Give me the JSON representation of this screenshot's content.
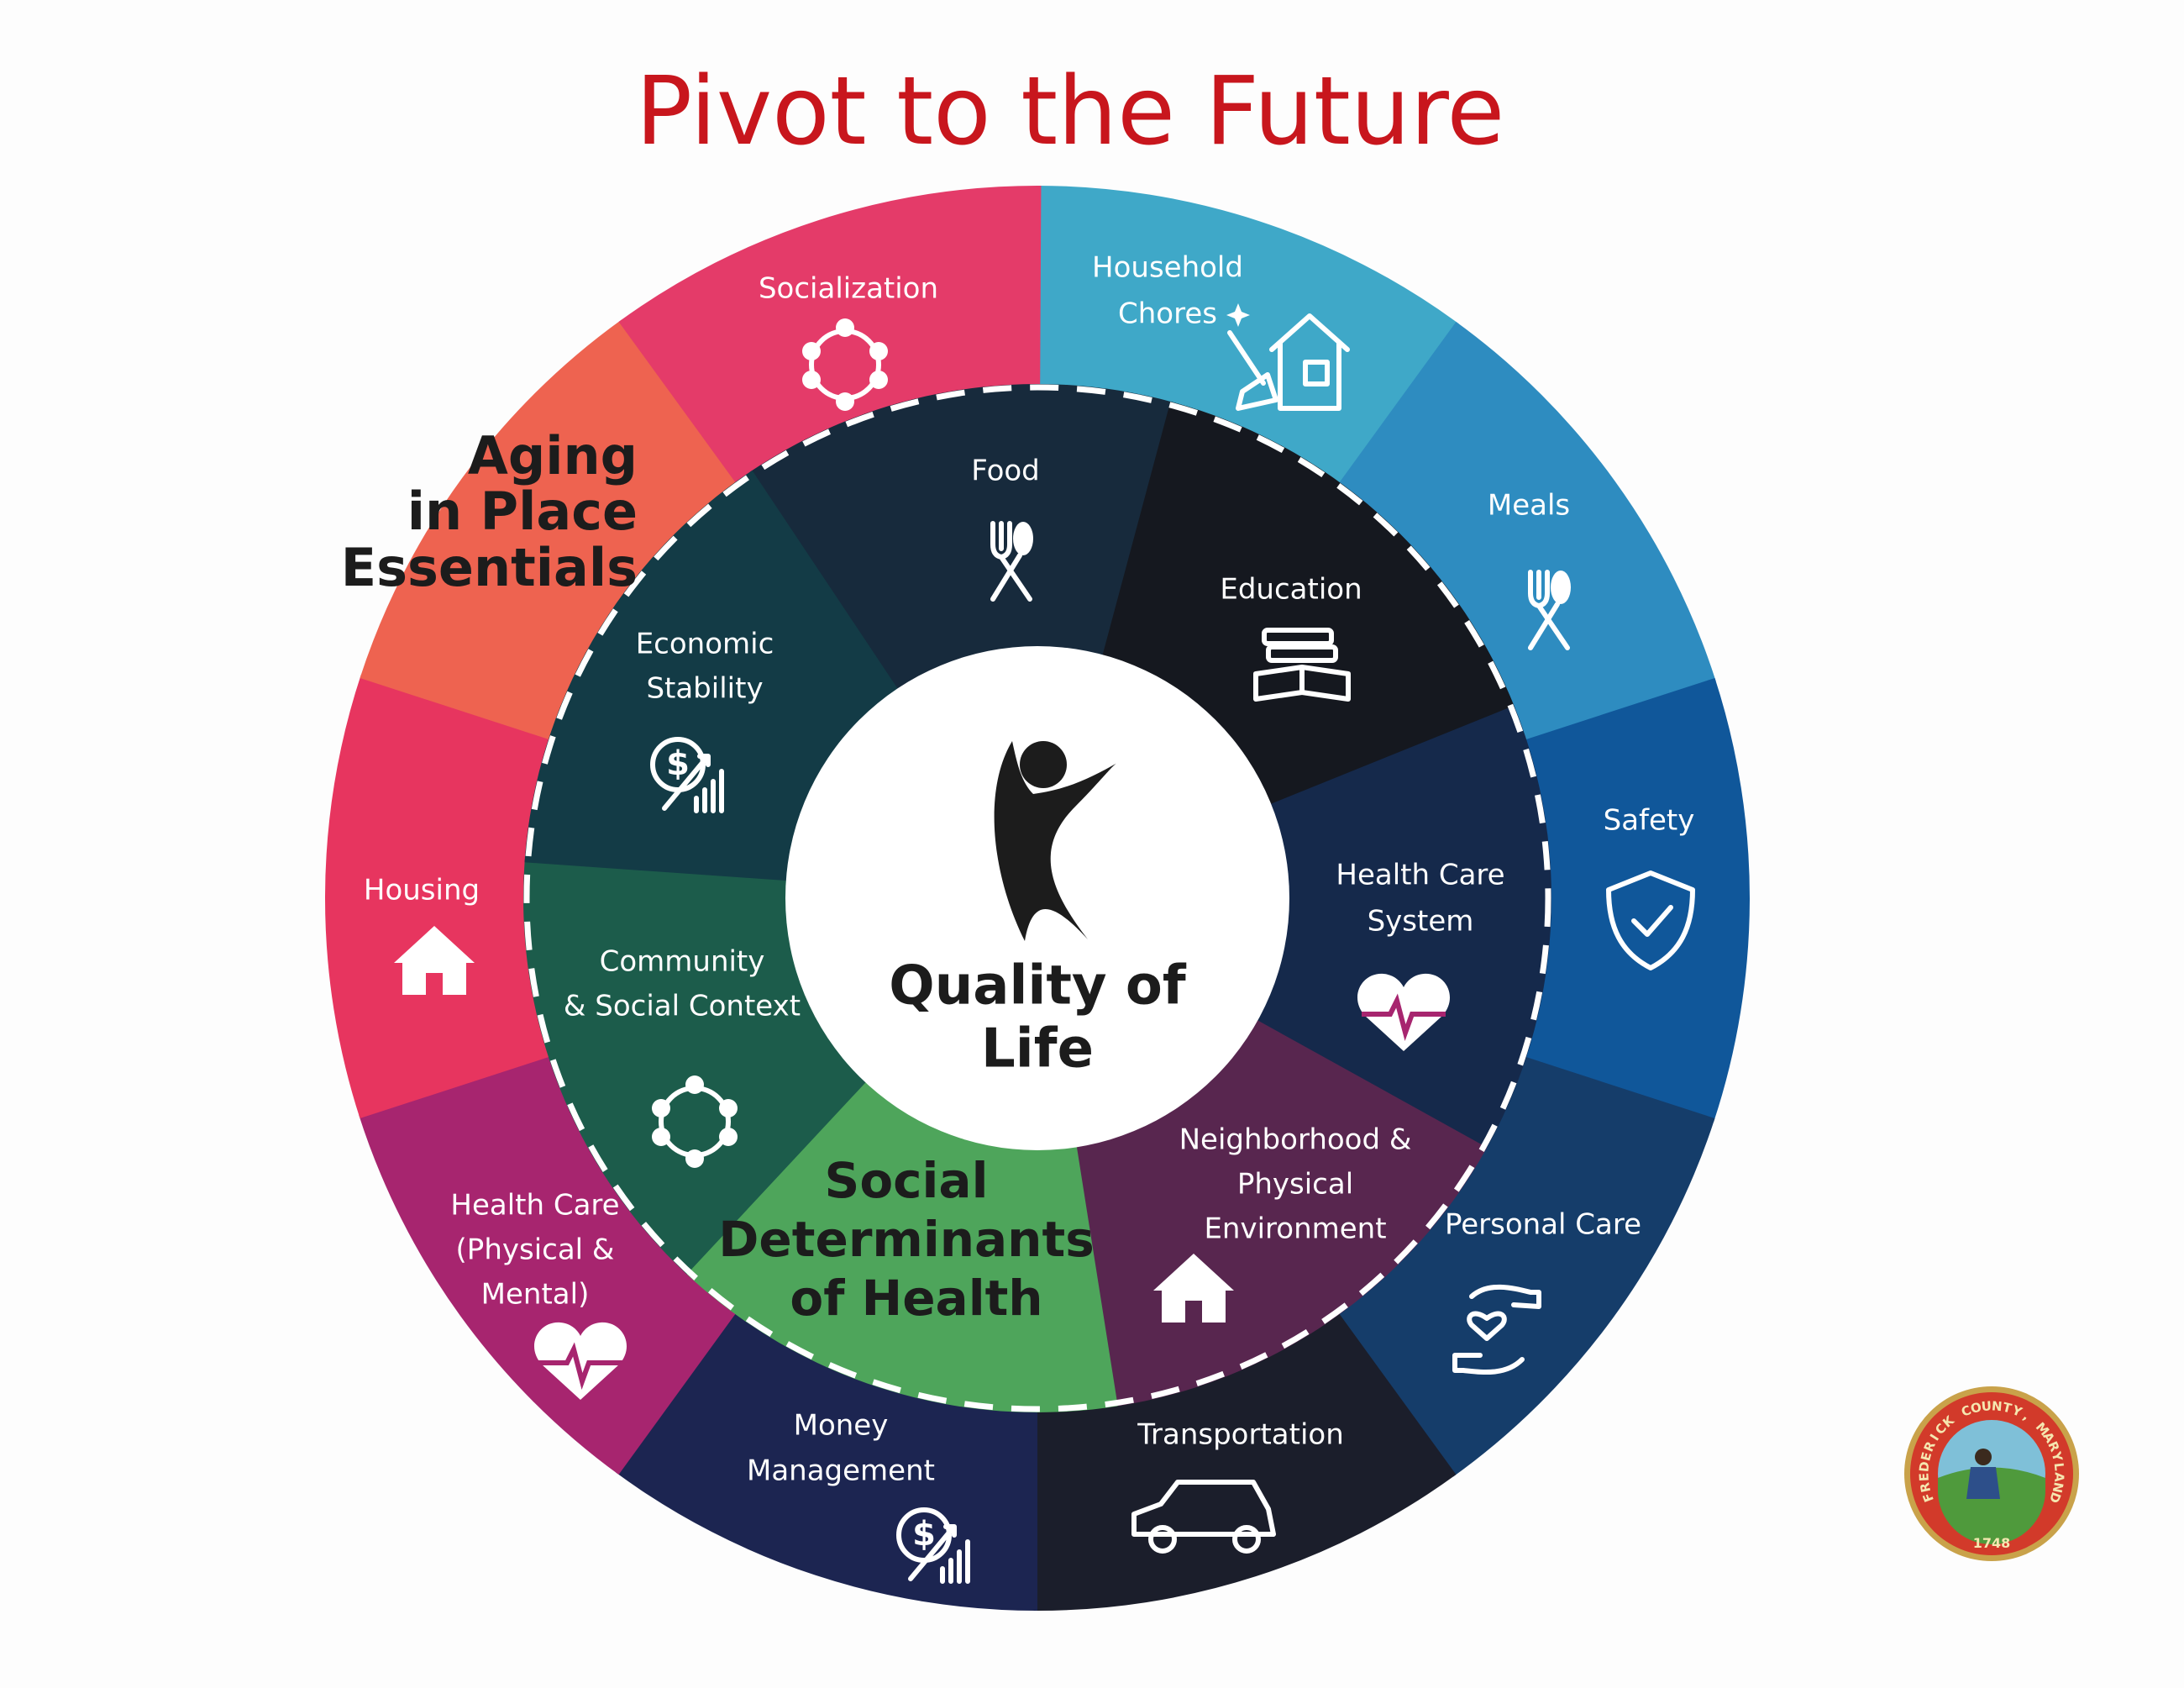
{
  "title": "Pivot to the Future",
  "colors": {
    "title": "#c8161d",
    "center": "#ffffff",
    "outer": [
      "#3fa8c8",
      "#2e8cc0",
      "#10579a",
      "#153d6a",
      "#1b1e2b",
      "#1c2551",
      "#a7256f",
      "#e7355f",
      "#ee6350",
      "#e43b69"
    ],
    "inner": [
      "#172a3c",
      "#15181f",
      "#15294b",
      "#58264f",
      "#4ea55b",
      "#1c5c4b",
      "#133b46"
    ]
  },
  "outer_ring": {
    "heading": [
      "Aging",
      "in Place",
      "Essentials"
    ],
    "segments": [
      {
        "label": [
          "Household",
          "Chores"
        ],
        "icon": "house-cleaning-icon"
      },
      {
        "label": [
          "Meals"
        ],
        "icon": "fork-spoon-icon"
      },
      {
        "label": [
          "Safety"
        ],
        "icon": "shield-check-icon"
      },
      {
        "label": [
          "Personal Care"
        ],
        "icon": "hands-heart-icon"
      },
      {
        "label": [
          "Transportation"
        ],
        "icon": "car-icon"
      },
      {
        "label": [
          "Money",
          "Management"
        ],
        "icon": "dollar-growth-icon"
      },
      {
        "label": [
          "Health Care",
          "(Physical &",
          "Mental)"
        ],
        "icon": "heart-pulse-icon"
      },
      {
        "label": [
          "Housing"
        ],
        "icon": "house-icon"
      },
      {
        "label": [],
        "icon": ""
      },
      {
        "label": [
          "Socialization"
        ],
        "icon": "people-circle-icon"
      }
    ]
  },
  "inner_ring": {
    "heading": [
      "Social",
      "Determinants",
      "of Health"
    ],
    "segments": [
      {
        "label": [
          "Food"
        ],
        "icon": "fork-spoon-icon"
      },
      {
        "label": [
          "Education"
        ],
        "icon": "books-icon"
      },
      {
        "label": [
          "Health Care",
          "System"
        ],
        "icon": "heart-pulse-icon"
      },
      {
        "label": [
          "Neighborhood &",
          "Physical",
          "Environment"
        ],
        "icon": "house-icon"
      },
      {
        "label": [],
        "icon": ""
      },
      {
        "label": [
          "Community",
          "& Social Context"
        ],
        "icon": "people-circle-icon"
      },
      {
        "label": [
          "Economic",
          "Stability"
        ],
        "icon": "dollar-growth-icon"
      }
    ]
  },
  "center": {
    "label": [
      "Quality of",
      "Life"
    ],
    "icon": "person-reaching-icon"
  },
  "seal": {
    "text": "FREDERICK COUNTY, MARYLAND",
    "year": "1748"
  }
}
